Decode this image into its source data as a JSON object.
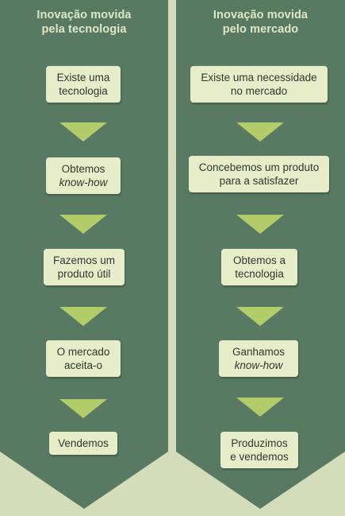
{
  "colors": {
    "background": "#d4ddb9",
    "column": "#587a63",
    "title_text": "#dfe8c4",
    "box": "#e7edc8",
    "arrow": "#b3cc6a"
  },
  "left_column": {
    "title_line1": "Inovação movida",
    "title_line2": "pela tecnologia",
    "steps": [
      {
        "line1": "Existe uma",
        "line2": "tecnologia"
      },
      {
        "line1": "Obtemos",
        "line2": "know-how"
      },
      {
        "line1": "Fazemos um",
        "line2": "produto útil"
      },
      {
        "line1": "O mercado",
        "line2": "aceita-o"
      },
      {
        "line1": "Vendemos"
      }
    ]
  },
  "right_column": {
    "title_line1": "Inovação movida",
    "title_line2": "pelo mercado",
    "steps": [
      {
        "line1": "Existe uma necessidade",
        "line2": "no mercado"
      },
      {
        "line1": "Concebemos um produto",
        "line2": "para a satisfazer"
      },
      {
        "line1": "Obtemos a",
        "line2": "tecnologia"
      },
      {
        "line1": "Ganhamos",
        "line2": "know-how"
      },
      {
        "line1": "Produzimos",
        "line2": "e vendemos"
      }
    ]
  }
}
